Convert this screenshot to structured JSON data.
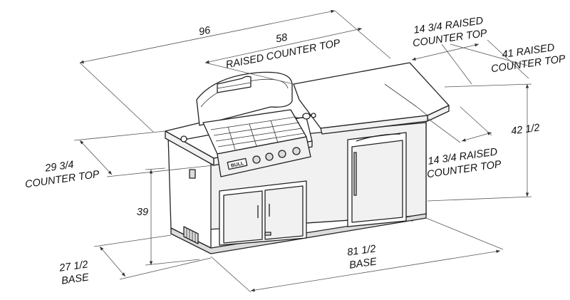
{
  "labels": {
    "overall_width": "96",
    "raised_top_width": "58",
    "raised_top_caption": "RAISED COUNTER TOP",
    "raised_depth_top_value": "14 3/4 RAISED",
    "raised_depth_top_caption": "COUNTER TOP",
    "raised_height_value": "41 RAISED",
    "raised_height_caption": "COUNTER TOP",
    "overall_height": "42 1/2",
    "raised_depth_right_value": "14 3/4 RAISED",
    "raised_depth_right_caption": "COUNTER TOP",
    "counter_depth_value": "29 3/4",
    "counter_depth_caption": "COUNTER TOP",
    "counter_height": "39",
    "base_depth_value": "27 1/2",
    "base_depth_caption": "BASE",
    "base_width_value": "81 1/2",
    "base_width_caption": "BASE"
  },
  "grill_badge": "BULL",
  "colors": {
    "line": "#222222",
    "panel": "#f1f1f1"
  }
}
